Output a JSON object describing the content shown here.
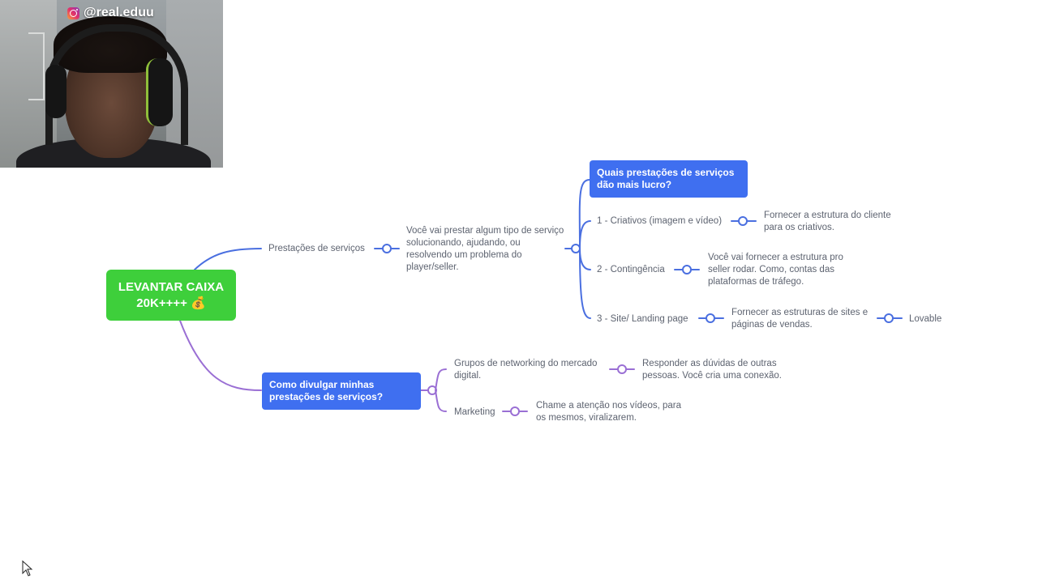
{
  "overlay": {
    "instagram_handle": "@real.eduu"
  },
  "mindmap": {
    "root": {
      "line1": "LEVANTAR CAIXA",
      "line2": "20K++++ 💰"
    },
    "branch_services": {
      "label": "Prestações de serviços",
      "description": "Você vai prestar algum tipo de serviço solucionando, ajudando, ou resolvendo um problema do player/seller.",
      "question": "Quais prestações de serviços dão mais lucro?",
      "items": [
        {
          "label": "1 - Criativos (imagem e vídeo)",
          "detail": "Fornecer a estrutura do cliente para os criativos."
        },
        {
          "label": "2 - Contingência",
          "detail": "Você vai fornecer a estrutura pro seller rodar. Como, contas das plataformas de tráfego."
        },
        {
          "label": "3 - Site/ Landing page",
          "detail": "Fornecer as estruturas de sites e páginas de vendas.",
          "extra": "Lovable"
        }
      ]
    },
    "branch_promote": {
      "question": "Como divulgar minhas prestações de serviços?",
      "items": [
        {
          "label": "Grupos de networking do mercado digital.",
          "detail": "Responder as dúvidas de outras pessoas. Você cria uma conexão."
        },
        {
          "label": "Marketing",
          "detail": "Chame a atenção nos vídeos, para os mesmos, viralizarem."
        }
      ]
    }
  },
  "colors": {
    "root_green": "#3ecf3b",
    "node_blue": "#3f6ff0",
    "connector_blue": "#4a6fe0",
    "connector_purple": "#9a6fd4"
  }
}
